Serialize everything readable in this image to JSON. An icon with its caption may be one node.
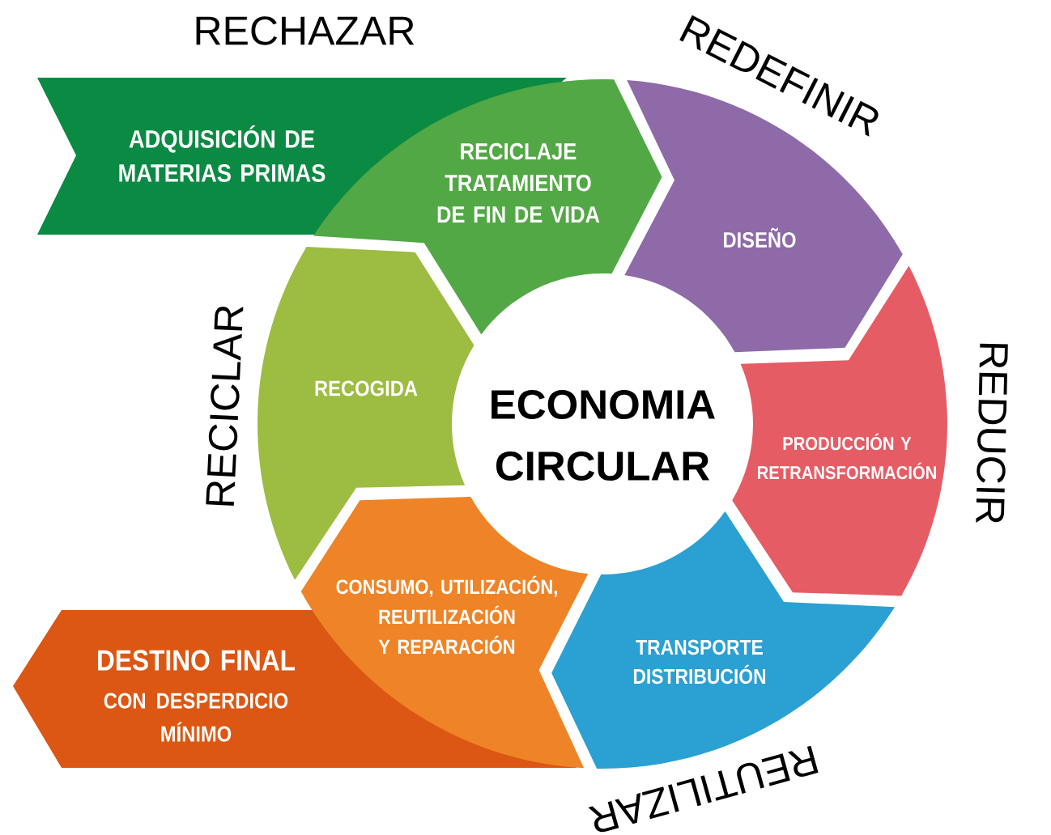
{
  "diagram": {
    "nodes": [
      {
        "text": [
          "ADQUISICIÓN DE MATERIAS PRIMAS"
        ]
      },
      {
        "text": [
          "RECICLAJE TRATAMIENTO DE FIN DE VIDA"
        ]
      },
      {
        "text": [
          "DISEÑO"
        ]
      },
      {
        "text": [
          "RECOGIDA"
        ]
      },
      {
        "text": [
          "ECONOMIA CIRCULAR"
        ]
      },
      {
        "text": [
          "PRODUCCIÓN Y RETRANSFORMACIÓN"
        ]
      },
      {
        "text": [
          "CONSUMO, UTILIZACIÓN, REUTILIZACIÓN Y REPARACIÓN"
        ]
      },
      {
        "text": [
          "TRANSPORTE DISTRIBUCIÓN"
        ]
      },
      {
        "text": [
          "DESTINO FINAL",
          "CON DESPERDICIO MÍNIMO"
        ]
      }
    ],
    "labels": [
      "RECHAZAR",
      "REDEFINIR",
      "RECICLAR",
      "REDUCIR",
      "REUTILIZAR"
    ]
  }
}
